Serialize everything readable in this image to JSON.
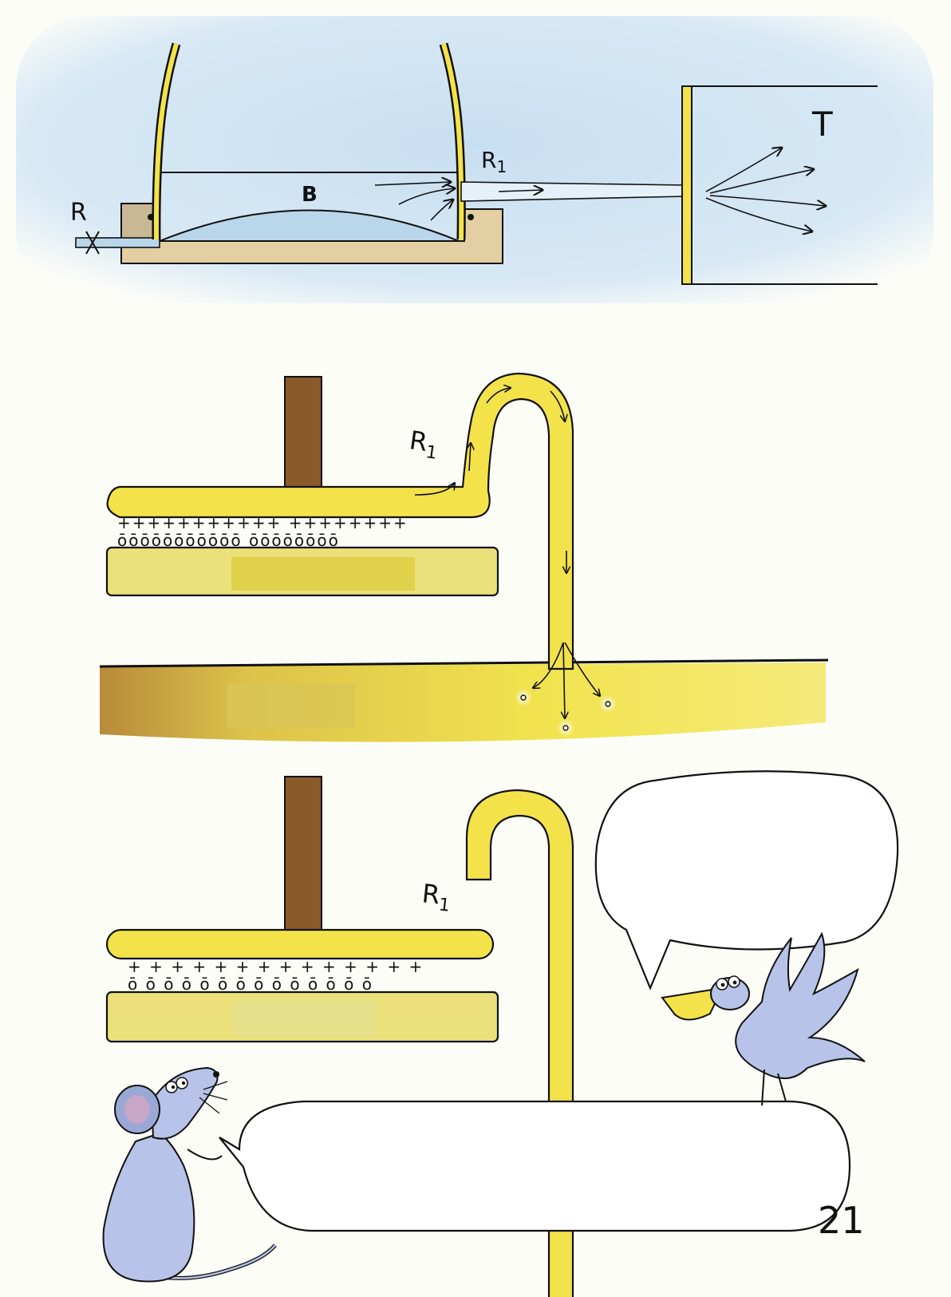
{
  "top_diagram": {
    "label_r": "R",
    "label_b": "B",
    "label_r1": "R",
    "label_r1_sub": "1",
    "label_t": "T"
  },
  "middle_diagram": {
    "label_r1": "R",
    "label_r1_sub": "1",
    "plus_row": "+++++++++++ ++++++++",
    "minus_row": "ōōōōōōōōōōō ōōōōōōōō"
  },
  "bottom_diagram": {
    "label_r1": "R",
    "label_r1_sub": "1",
    "plus_row": "+ + + + + + + +  + + +  + + +",
    "minus_row": "ō ō ō ō ō ō ō ō  ō ō ō  ō ō ō"
  },
  "page_number": "21",
  "colors": {
    "yellow": "#f3e24a",
    "dark_yellow": "#d9c227",
    "blue_sky": "#cfe4f3",
    "brown": "#8b5a2b",
    "beige": "#e3cfa2",
    "ink": "#111111"
  }
}
